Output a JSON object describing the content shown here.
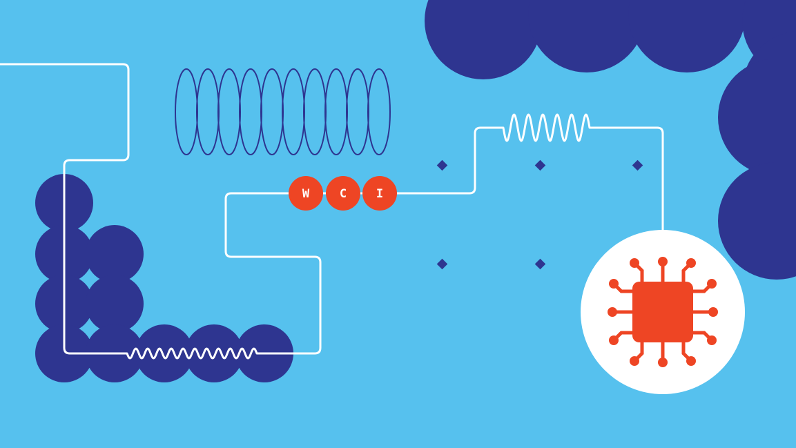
{
  "colors": {
    "background": "#56c1ee",
    "navy": "#2e3590",
    "wire": "#ffffff",
    "accent": "#ee4524",
    "chip_disc": "#ffffff"
  },
  "badges": {
    "w": "W",
    "c": "C",
    "i": "I"
  },
  "icons": {
    "chip": "microchip-icon",
    "coil": "coil-spring-icon",
    "resistors": "zigzag-resistor-icon"
  }
}
